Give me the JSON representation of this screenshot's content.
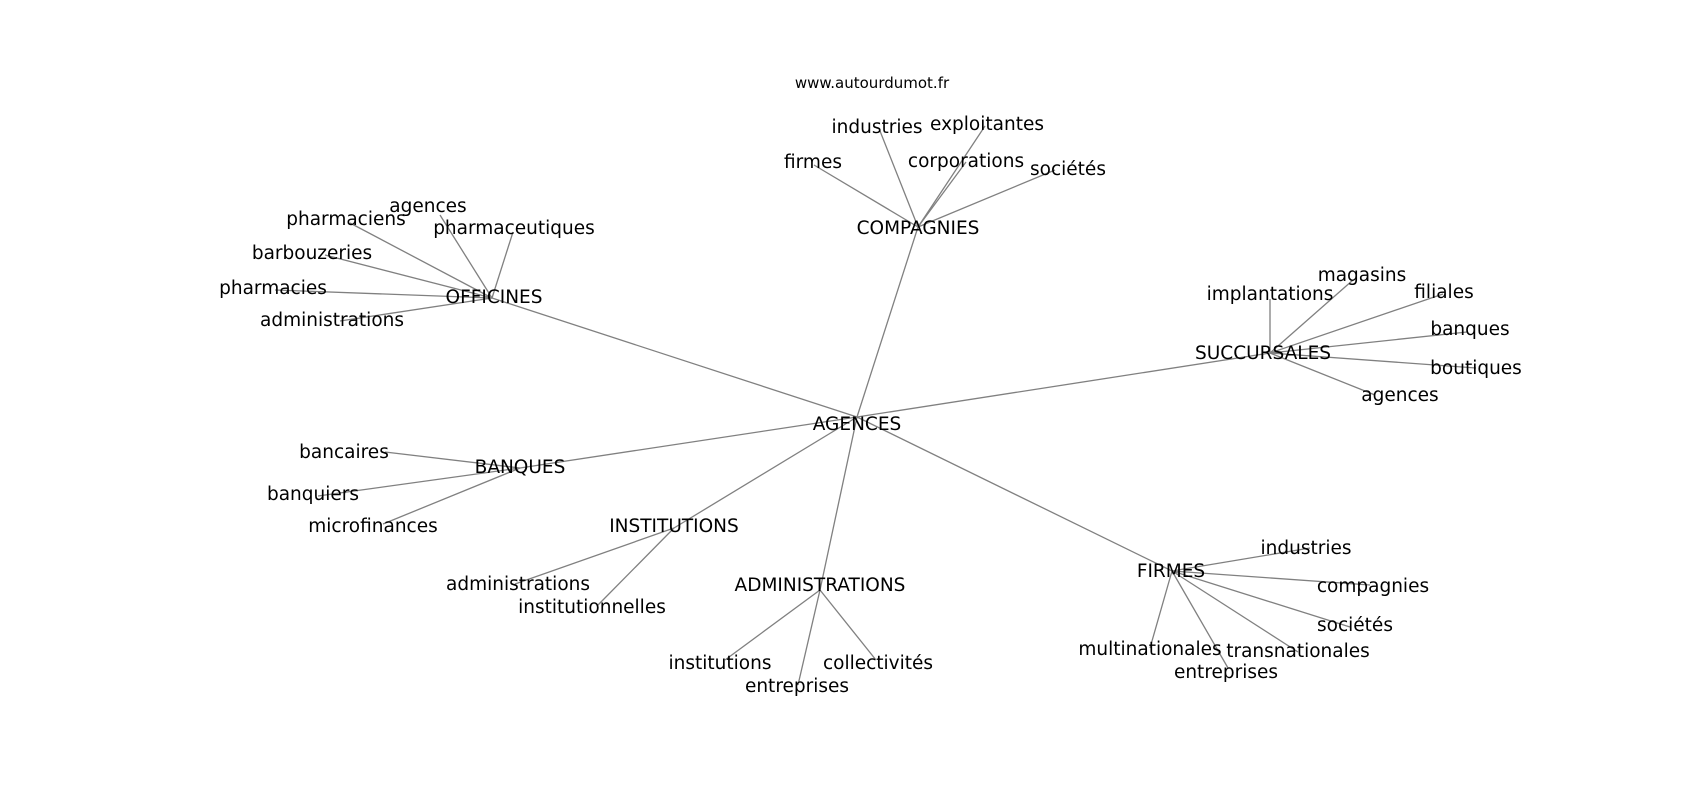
{
  "watermark": "www.autourdumot.fr",
  "center": "AGENCES",
  "clusters": [
    {
      "hub": "OFFICINES",
      "leaves": [
        "agences",
        "pharmaciens",
        "pharmaceutiques",
        "barbouzeries",
        "pharmacies",
        "administrations"
      ]
    },
    {
      "hub": "COMPAGNIES",
      "leaves": [
        "industries",
        "exploitantes",
        "firmes",
        "corporations",
        "sociétés"
      ]
    },
    {
      "hub": "SUCCURSALES",
      "leaves": [
        "magasins",
        "implantations",
        "filiales",
        "banques",
        "boutiques",
        "agences"
      ]
    },
    {
      "hub": "BANQUES",
      "leaves": [
        "bancaires",
        "banquiers",
        "microfinances"
      ]
    },
    {
      "hub": "INSTITUTIONS",
      "leaves": [
        "administrations",
        "institutionnelles"
      ]
    },
    {
      "hub": "ADMINISTRATIONS",
      "leaves": [
        "institutions",
        "collectivités",
        "entreprises"
      ]
    },
    {
      "hub": "FIRMES",
      "leaves": [
        "industries",
        "compagnies",
        "sociétés",
        "multinationales",
        "transnationales",
        "entreprises"
      ]
    }
  ]
}
